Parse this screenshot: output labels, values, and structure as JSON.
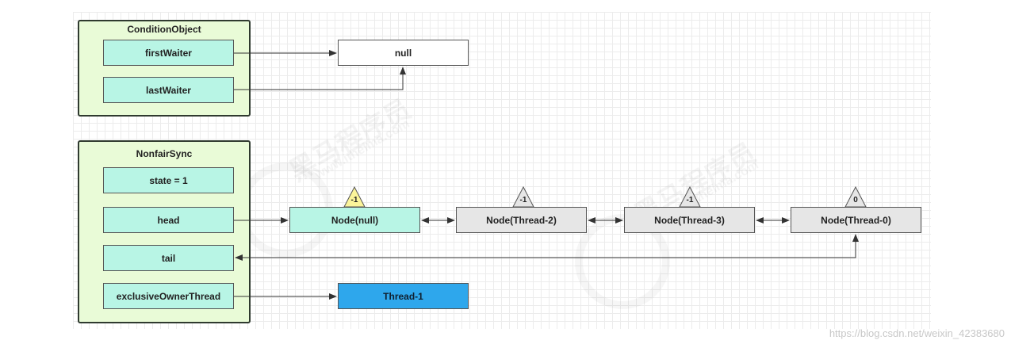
{
  "condition_object": {
    "title": "ConditionObject",
    "first_waiter": "firstWaiter",
    "last_waiter": "lastWaiter",
    "null_label": "null"
  },
  "nonfair_sync": {
    "title": "NonfairSync",
    "state": "state = 1",
    "head": "head",
    "tail": "tail",
    "exclusive_owner_thread": "exclusiveOwnerThread"
  },
  "nodes": [
    {
      "label": "Node(null)",
      "wait_status": "-1",
      "fill": "#b8f5e5",
      "badge": "#fbf49a"
    },
    {
      "label": "Node(Thread-2)",
      "wait_status": "-1",
      "fill": "#e6e6e6",
      "badge": "#e6e6e6"
    },
    {
      "label": "Node(Thread-3)",
      "wait_status": "-1",
      "fill": "#e6e6e6",
      "badge": "#e6e6e6"
    },
    {
      "label": "Node(Thread-0)",
      "wait_status": "0",
      "fill": "#e6e6e6",
      "badge": "#e6e6e6"
    }
  ],
  "owner_thread": {
    "label": "Thread-1",
    "color": "#2ea7ec"
  },
  "watermark": {
    "cn": "黑马程序员",
    "url": "www.itheima.com"
  },
  "footer": "https://blog.csdn.net/weixin_42383680"
}
